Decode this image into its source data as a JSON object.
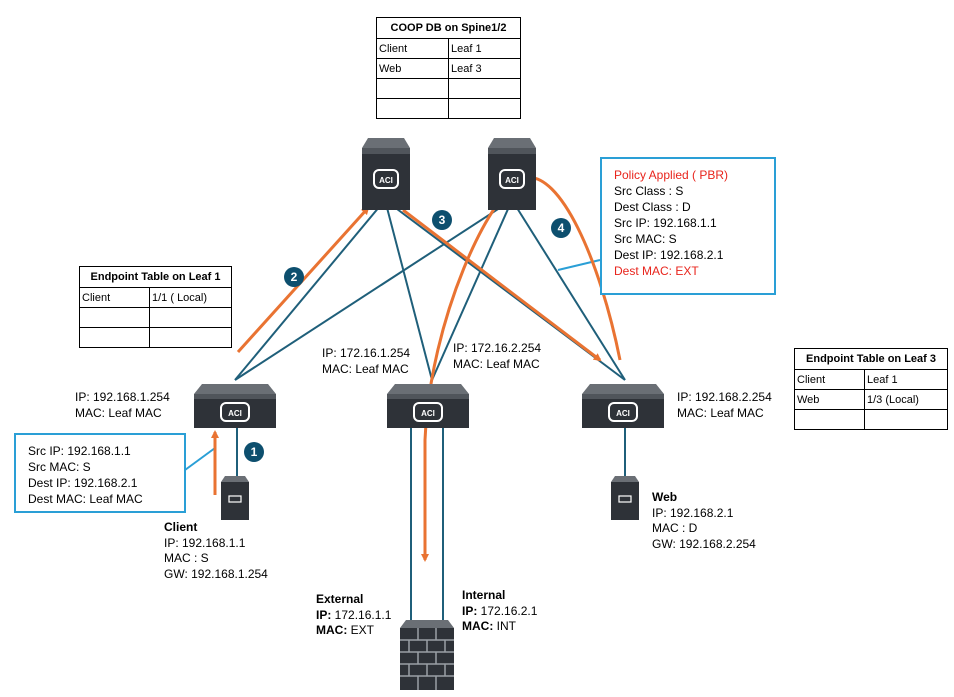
{
  "coop_table": {
    "title": "COOP DB on Spine1/2",
    "rows": [
      [
        "Client",
        "Leaf 1"
      ],
      [
        "Web",
        "Leaf 3"
      ],
      [
        "",
        ""
      ],
      [
        "",
        ""
      ]
    ]
  },
  "leaf1_table": {
    "title": "Endpoint Table on Leaf 1",
    "rows": [
      [
        "Client",
        "1/1 ( Local)"
      ],
      [
        "",
        ""
      ],
      [
        "",
        ""
      ]
    ]
  },
  "leaf3_table": {
    "title": "Endpoint Table on Leaf 3",
    "rows": [
      [
        "Client",
        "Leaf 1"
      ],
      [
        "Web",
        "1/3 (Local)"
      ],
      [
        "",
        ""
      ]
    ]
  },
  "policy_box": {
    "lines": [
      "Policy Applied ( PBR)",
      "Src Class : S",
      "Dest Class : D",
      "Src IP: 192.168.1.1",
      "Src MAC: S",
      "Dest IP: 192.168.2.1",
      "Dest MAC: EXT"
    ]
  },
  "packet_box": {
    "lines": [
      "Src IP: 192.168.1.1",
      "Src MAC: S",
      "Dest IP: 192.168.2.1",
      "Dest MAC: Leaf MAC"
    ]
  },
  "leaf1": {
    "ip": "IP: 192.168.1.254",
    "mac": "MAC: Leaf MAC"
  },
  "leaf2": {
    "ip_a": "IP: 172.16.1.254",
    "mac_a": "MAC: Leaf MAC",
    "ip_b": "IP: 172.16.2.254",
    "mac_b": "MAC: Leaf MAC"
  },
  "leaf3": {
    "ip": "IP: 192.168.2.254",
    "mac": "MAC: Leaf MAC"
  },
  "client": {
    "name": "Client",
    "ip": "IP: 192.168.1.1",
    "mac": "MAC : S",
    "gw": "GW: 192.168.1.254"
  },
  "web": {
    "name": "Web",
    "ip": "IP: 192.168.2.1",
    "mac": "MAC : D",
    "gw": "GW: 192.168.2.254"
  },
  "firewall_external": {
    "title": "External",
    "ip_label": "IP:",
    "ip": " 172.16.1.1",
    "mac_label": "MAC:",
    "mac": " EXT"
  },
  "firewall_internal": {
    "title": "Internal",
    "ip_label": "IP:",
    "ip": " 172.16.2.1",
    "mac_label": "MAC:",
    "mac": " INT"
  },
  "steps": [
    "1",
    "2",
    "3",
    "4"
  ],
  "icons": {
    "switch": "aci-switch-icon",
    "server": "server-icon",
    "firewall": "firewall-icon"
  },
  "colors": {
    "link": "#1f5f7a",
    "path": "#e97332",
    "callout": "#2a9fd6",
    "badge": "#0d4f6e",
    "highlight": "#e8241c"
  }
}
